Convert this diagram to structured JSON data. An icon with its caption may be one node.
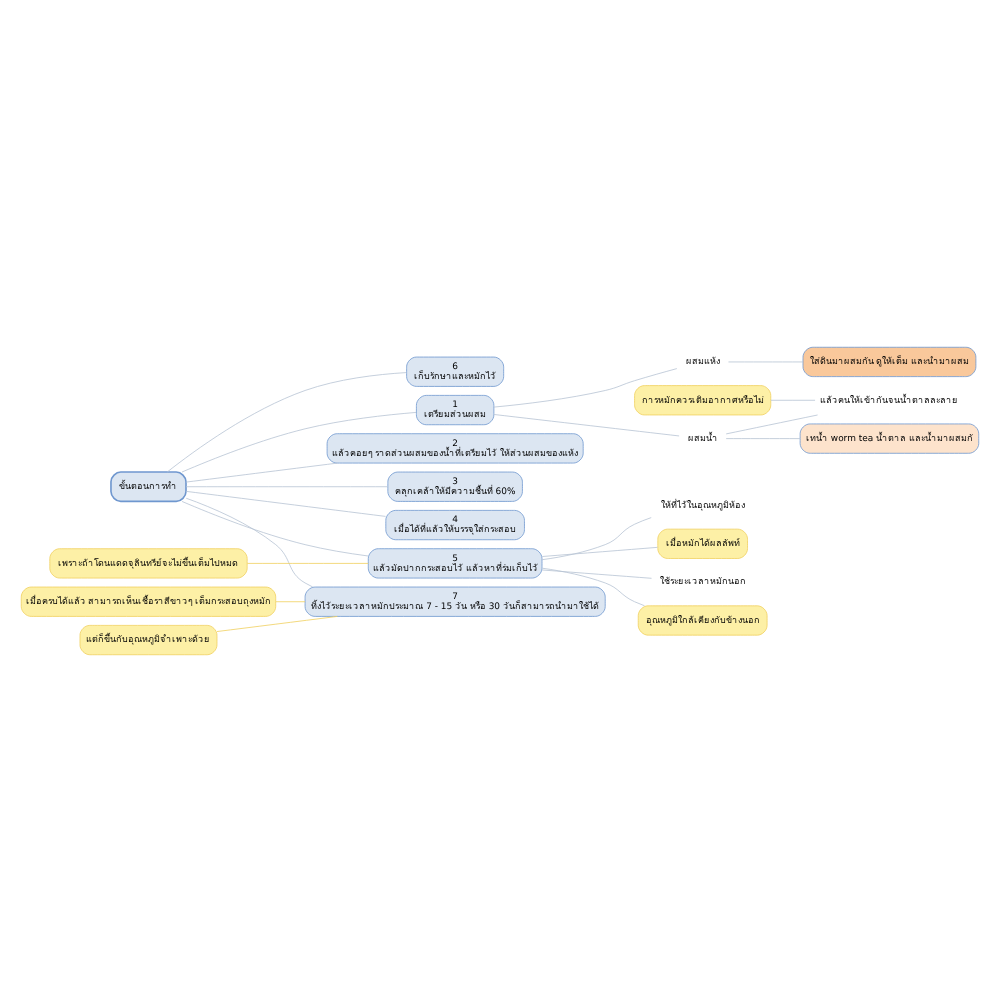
{
  "diagram": {
    "nodes": [
      {
        "text": [
          "ขั้นตอนการทำ"
        ]
      },
      {
        "text": [
          "1",
          "เตรียมส่วนผสม"
        ]
      },
      {
        "text": [
          "ผสมน้ำ"
        ]
      },
      {
        "text": [
          "เทน้ำ worm tea น้ำตาล และน้ำมาผสมกั"
        ]
      },
      {
        "text": [
          "แล้วคนให้เข้ากันจนน้ำตาลละลาย"
        ]
      },
      {
        "text": [
          "การหมักควรเติมอากาศหรือไม่"
        ]
      },
      {
        "text": [
          "ผสมแห้ง"
        ]
      },
      {
        "text": [
          "ใส่ดินมาผสมกัน ดูให้เต็ม และนำมาผสม"
        ]
      },
      {
        "text": [
          "2",
          "แล้วคอยๆ ราดส่วนผสมของน้ำที่เตรียมไว้ ให้ส่วนผสมของแห้ง"
        ]
      },
      {
        "text": [
          "3",
          "คลุกเคล้าให้มีความชื้นที่ 60%"
        ]
      },
      {
        "text": [
          "4",
          "เมื่อได้ที่แล้วให้บรรจุใส่กระสอบ"
        ]
      },
      {
        "text": [
          "5",
          "แล้วมัดปากกระสอบไว้ แล้วหาที่ร่มเก็บไว้"
        ]
      },
      {
        "text": [
          "เพราะถ้าโดนแดดจุลินทรีย์จะไม่ขึ้นเต็มไปหมด"
        ]
      },
      {
        "text": [
          "เมื่อหมักได้ผลลัพท์"
        ]
      },
      {
        "text": [
          "ใช้ระยะเวลาหมักนอก"
        ]
      },
      {
        "text": [
          "อุณหภูมิใกล้เคียงกับข้างนอก"
        ]
      },
      {
        "text": [
          "ให้ที่ไว้ในอุณหภูมิห้อง"
        ]
      },
      {
        "text": [
          "6",
          "เก็บรักษาและหมักไว้"
        ]
      },
      {
        "text": [
          "7",
          "ทิ้งไว้ระยะเวลาหมักประมาณ 7 - 15 วัน หรือ 30 วันก็สามารถนำมาใช้ได้"
        ]
      },
      {
        "text": [
          "เมื่อครบได้แล้ว สามารถเห็นเชื้อราสีขาวๆ เต็มกระสอบถุงหมัก"
        ]
      },
      {
        "text": [
          "แต่ก็ขึ้นกับอุณหภูมิจำเพาะด้วย"
        ]
      }
    ],
    "edges": [
      {
        "from": 0,
        "to": 1,
        "arrow": "none"
      },
      {
        "from": 1,
        "to": 2,
        "arrow": "none"
      },
      {
        "from": 2,
        "to": 3,
        "arrow": "none"
      },
      {
        "from": 2,
        "to": 4,
        "arrow": "none"
      },
      {
        "from": 5,
        "to": 4,
        "arrow": "none"
      },
      {
        "from": 1,
        "to": 6,
        "arrow": "none"
      },
      {
        "from": 6,
        "to": 7,
        "arrow": "none"
      },
      {
        "from": 0,
        "to": 8,
        "arrow": "none"
      },
      {
        "from": 0,
        "to": 9,
        "arrow": "none"
      },
      {
        "from": 0,
        "to": 10,
        "arrow": "none"
      },
      {
        "from": 0,
        "to": 11,
        "arrow": "none"
      },
      {
        "from": 12,
        "to": 11,
        "arrow": "none",
        "color": "#f0d060"
      },
      {
        "from": 11,
        "to": 13,
        "arrow": "none"
      },
      {
        "from": 11,
        "to": 14,
        "arrow": "none"
      },
      {
        "from": 11,
        "to": 15,
        "arrow": "none"
      },
      {
        "from": 11,
        "to": 16,
        "arrow": "none"
      },
      {
        "from": 0,
        "to": 17,
        "arrow": "none"
      },
      {
        "from": 0,
        "to": 18,
        "arrow": "none"
      },
      {
        "from": 19,
        "to": 18,
        "arrow": "none",
        "color": "#f0d060"
      },
      {
        "from": 20,
        "to": 18,
        "arrow": "none",
        "color": "#f0d060"
      }
    ]
  }
}
